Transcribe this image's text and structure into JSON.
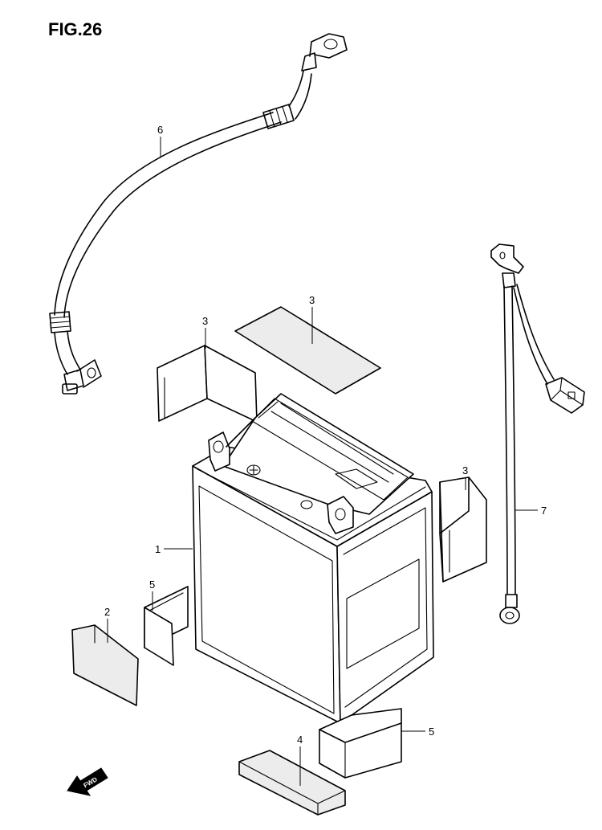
{
  "figure": {
    "title": "FIG.26"
  },
  "callouts": [
    {
      "id": "c1",
      "label": "1"
    },
    {
      "id": "c2",
      "label": "2"
    },
    {
      "id": "c3a",
      "label": "3"
    },
    {
      "id": "c3b",
      "label": "3"
    },
    {
      "id": "c3c",
      "label": "3"
    },
    {
      "id": "c4",
      "label": "4"
    },
    {
      "id": "c5a",
      "label": "5"
    },
    {
      "id": "c5b",
      "label": "5"
    },
    {
      "id": "c6",
      "label": "6"
    },
    {
      "id": "c7",
      "label": "7"
    }
  ],
  "direction_badge": {
    "label": "FWD"
  }
}
